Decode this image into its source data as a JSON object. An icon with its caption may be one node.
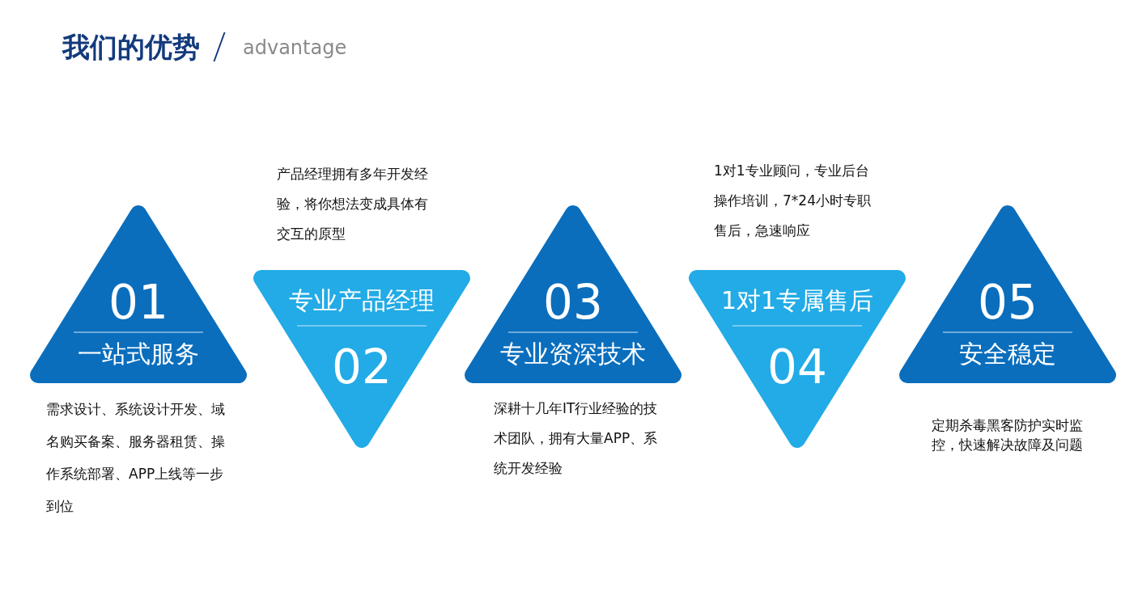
{
  "diagram": {
    "title": "我们的优势",
    "nodes": [
      {
        "text": [
          "01",
          "一站式服务"
        ],
        "beside": [
          "需求设计、系统设计开发、域名购买备案、服务器租赁、操作系统部署、APP上线等一步到位"
        ]
      },
      {
        "text": [
          "专业产品经理",
          "02"
        ],
        "beside": [
          "产品经理拥有多年开发经验，将你想法变成具体有交互的原型"
        ]
      },
      {
        "text": [
          "03",
          "专业资深技术"
        ],
        "beside": [
          "深耕十几年IT行业经验的技术团队，拥有大量APP、系统开发经验"
        ]
      },
      {
        "text": [
          "1对1专属售后",
          "04"
        ],
        "beside": [
          "1对1专业顾问，专业后台操作培训，7*24小时专职售后，急速响应"
        ]
      },
      {
        "text": [
          "05",
          "安全稳定"
        ],
        "beside": [
          "定期杀毒黑客防护实时监控，快速解决故障及问题"
        ]
      }
    ],
    "edges": [],
    "labels": [
      "advantage"
    ]
  }
}
